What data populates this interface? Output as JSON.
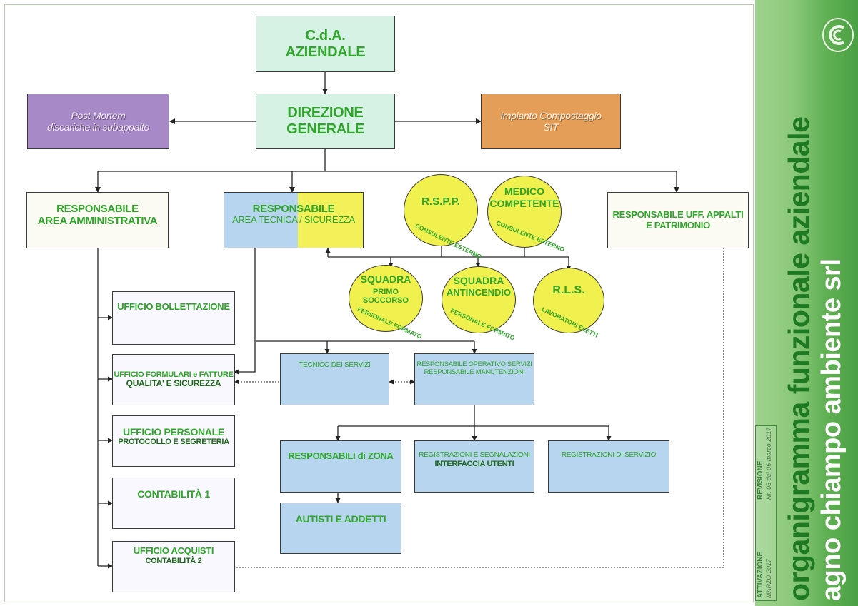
{
  "org": {
    "cda": [
      "C.d.A.",
      "AZIENDALE"
    ],
    "direzione": [
      "DIREZIONE",
      "GENERALE"
    ],
    "post_mortem": [
      "Post Mortem",
      "discariche in subappalto"
    ],
    "impianto": [
      "Impianto Compostaggio",
      "SIT"
    ],
    "resp_amm": [
      "RESPONSABILE",
      "AREA AMMINISTRATIVA"
    ],
    "resp_tecnica": [
      "RESPONSABILE",
      "AREA TECNICA / SICUREZZA"
    ],
    "resp_appalti": [
      "RESPONSABILE UFF. APPALTI",
      "E PATRIMONIO"
    ],
    "rspp": {
      "title": "R.S.P.P.",
      "sub": "CONSULENTE ESTERNO"
    },
    "medico": {
      "title": [
        "MEDICO",
        "COMPETENTE"
      ],
      "sub": "CONSULENTE ESTERNO"
    },
    "squadra_ps": {
      "title": [
        "SQUADRA",
        "PRIMO SOCCORSO"
      ],
      "sub": "PERSONALE FORMATO"
    },
    "squadra_ai": {
      "title": [
        "SQUADRA",
        "ANTINCENDIO"
      ],
      "sub": "PERSONALE FORMATO"
    },
    "rls": {
      "title": "R.L.S.",
      "sub": "LAVORATORI ELETTI"
    },
    "uff_bollettazione": [
      "UFFICIO BOLLETTAZIONE"
    ],
    "uff_formulari": [
      "UFFICIO FORMULARI e FATTURE",
      "QUALITA' E SICUREZZA"
    ],
    "uff_personale": [
      "UFFICIO PERSONALE",
      "PROTOCOLLO E SEGRETERIA"
    ],
    "contabilita1": [
      "CONTABILITÀ 1"
    ],
    "uff_acquisti": [
      "UFFICIO ACQUISTI",
      "CONTABILITÀ 2"
    ],
    "tecnico_servizi": [
      "TECNICO DEI SERVIZI"
    ],
    "resp_operativo": [
      "RESPONSABILE OPERATIVO SERVIZI",
      "RESPONSABILE MANUTENZIONI"
    ],
    "resp_zona": [
      "RESPONSABILI di ZONA"
    ],
    "registrazioni_segn": [
      "REGISTRAZIONI E SEGNALAZIONI",
      "INTERFACCIA UTENTI"
    ],
    "registrazioni_serv": [
      "REGISTRAZIONI DI SERVIZIO"
    ],
    "autisti": [
      "AUTISTI E ADDETTI"
    ]
  },
  "sidebar": {
    "title_line1": "organigramma funzionale aziendale",
    "title_line2": "agno chiampo ambiente srl",
    "attivazione_label": "ATTIVAZIONE",
    "attivazione_value": "MARZO 2017",
    "revisione_label": "REVISIONE",
    "revisione_value": "Nr. 03 del 06 marzo 2017"
  },
  "colors": {
    "text_green": "#2fa52a",
    "cda_fill": "#d6f2e4",
    "blue_fill": "#b8d5f0",
    "yellow_fill": "#f3f15a",
    "purple_fill": "#a889c7",
    "orange_fill": "#e59e58",
    "sidebar_green": "#5fb052"
  }
}
